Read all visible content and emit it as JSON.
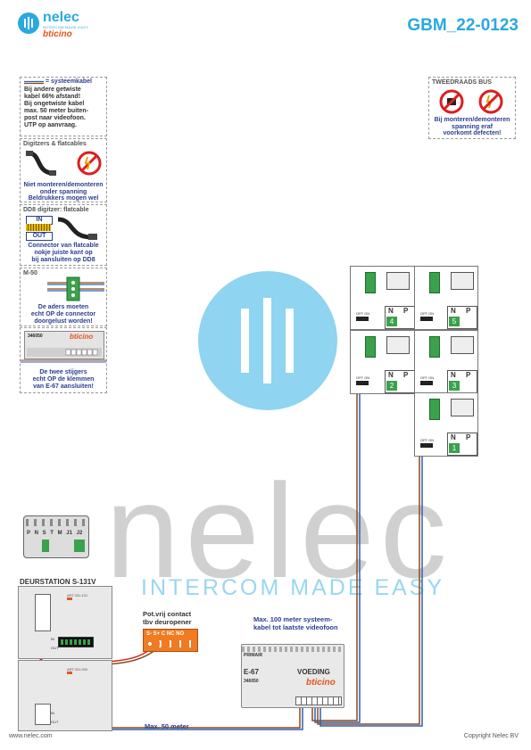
{
  "header": {
    "brand_name": "nelec",
    "brand_tagline": "INTERCOM MADE EASY",
    "partner": "bticino",
    "doc_code": "GBM_22-0123"
  },
  "notes": {
    "cable": {
      "legend": "= systeemkabel",
      "lines": [
        "Bij andere getwiste",
        "kabel 66% afstand!",
        "Bij ongetwiste kabel",
        "max. 50 meter buiten-",
        "post naar videofoon.",
        "UTP op aanvraag."
      ]
    },
    "digitizers": {
      "title": "Digitzers & flatcables",
      "lines": [
        "Niet monteren/demonteren",
        "onder spanning",
        "Beldrukkers mogen wel"
      ]
    },
    "dd8": {
      "title": "DD8 digitzer: flatcable",
      "in_label": "IN",
      "out_label": "OUT",
      "lines": [
        "Connector van flatcable",
        "nokje juiste kant op",
        "bij aansluiten op DD8"
      ]
    },
    "m50": {
      "title": "M-50",
      "lines": [
        "De aders moeten",
        "echt OP de connector",
        "doorgelust worden!"
      ]
    },
    "psu_note": {
      "code": "346050",
      "lines": [
        "De twee stijgers",
        "echt OP de klemmen",
        "van E-67 aansluiten!"
      ]
    },
    "bus": {
      "title": "TWEEDRAADS BUS",
      "lines": [
        "Bij monteren/demonteren",
        "spanning eraf",
        "voorkomt defecten!"
      ]
    }
  },
  "videophones": [
    {
      "number": "4"
    },
    {
      "number": "5"
    },
    {
      "number": "2"
    },
    {
      "number": "3"
    },
    {
      "number": "1"
    }
  ],
  "videophone_labels": {
    "n": "N",
    "p": "P",
    "switch": "OFF ON"
  },
  "door_station": {
    "title": "DEURSTATION S-131V",
    "terminals": [
      "P",
      "N",
      "S",
      "T",
      "M",
      "J1",
      "J2"
    ],
    "module_codes": [
      "ART.331.101",
      "ART.331.000"
    ],
    "in_label": "IN",
    "out_label": "OUT"
  },
  "contact": {
    "title_lines": [
      "Pot.vrij contact",
      "tbv deuropener"
    ],
    "terminals": "S- S+ C NC NO"
  },
  "psu": {
    "primair": "PRIMAIR",
    "model": "E-67",
    "name": "VOEDING",
    "code": "346050",
    "brand": "bticino"
  },
  "annotations": {
    "max100": [
      "Max. 100 meter systeem-",
      "kabel tot laatste videofoon"
    ],
    "max50": "Max. 50 meter"
  },
  "watermark": {
    "word": "nelec",
    "tagline": "INTERCOM MADE EASY"
  },
  "footer": {
    "website": "www.nelec.com",
    "copyright": "Copyright Nelec BV"
  },
  "colors": {
    "accent": "#29a9e0",
    "note_text": "#2c3e8f",
    "wire_brown": "#8b4a1a",
    "wire_blue": "#2e5fb5",
    "wire_red": "#d82020",
    "contact_orange": "#f07b22"
  }
}
